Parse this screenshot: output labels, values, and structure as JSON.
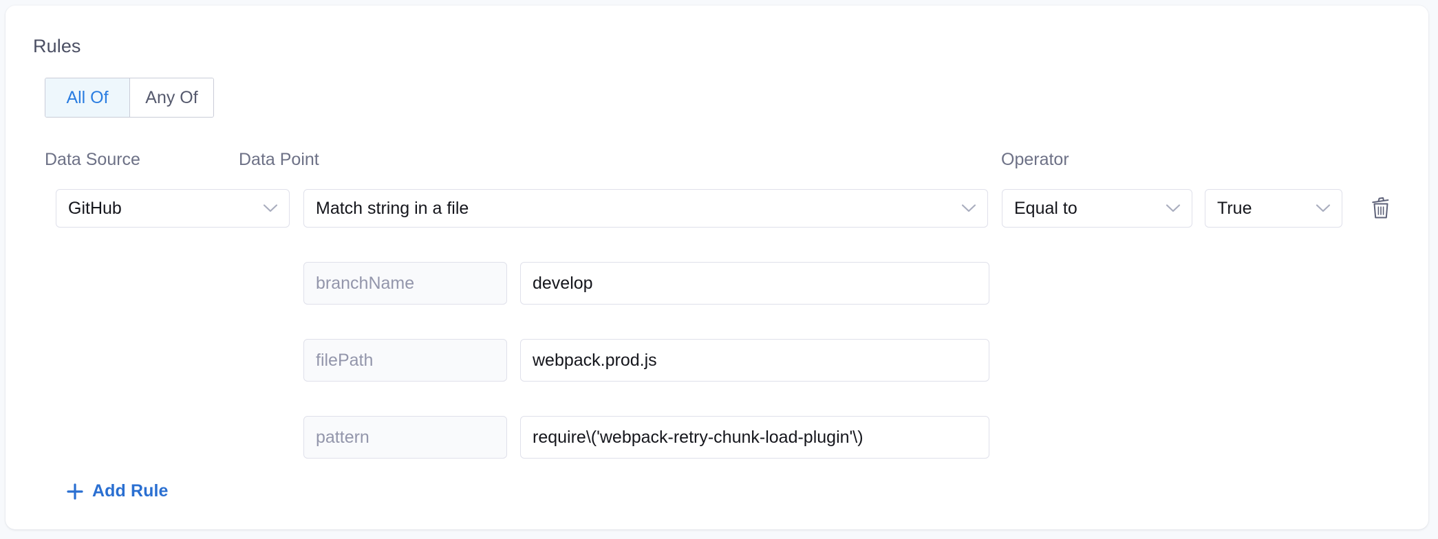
{
  "section": {
    "title": "Rules"
  },
  "match_mode": {
    "options": [
      {
        "label": "All Of",
        "active": true
      },
      {
        "label": "Any Of",
        "active": false
      }
    ]
  },
  "labels": {
    "data_source": "Data Source",
    "data_point": "Data Point",
    "operator": "Operator"
  },
  "rule": {
    "data_source": "GitHub",
    "data_point": "Match string in a file",
    "operator": "Equal to",
    "boolean_value": "True",
    "delete_icon": "trash-icon",
    "parameters": [
      {
        "key": "branchName",
        "value": "develop"
      },
      {
        "key": "filePath",
        "value": "webpack.prod.js"
      },
      {
        "key": "pattern",
        "value": "require\\('webpack-retry-chunk-load-plugin'\\)"
      }
    ]
  },
  "add_rule": {
    "label": "Add Rule",
    "icon": "plus-icon"
  },
  "colors": {
    "accent": "#2a7de1",
    "link": "#2a6fd1",
    "active_tab_bg": "#eef7fc",
    "border": "#dfe0ea",
    "page_bg": "#f7f9fc",
    "card_bg": "#ffffff",
    "muted_text": "#9396ab",
    "label_text": "#6d7186"
  }
}
